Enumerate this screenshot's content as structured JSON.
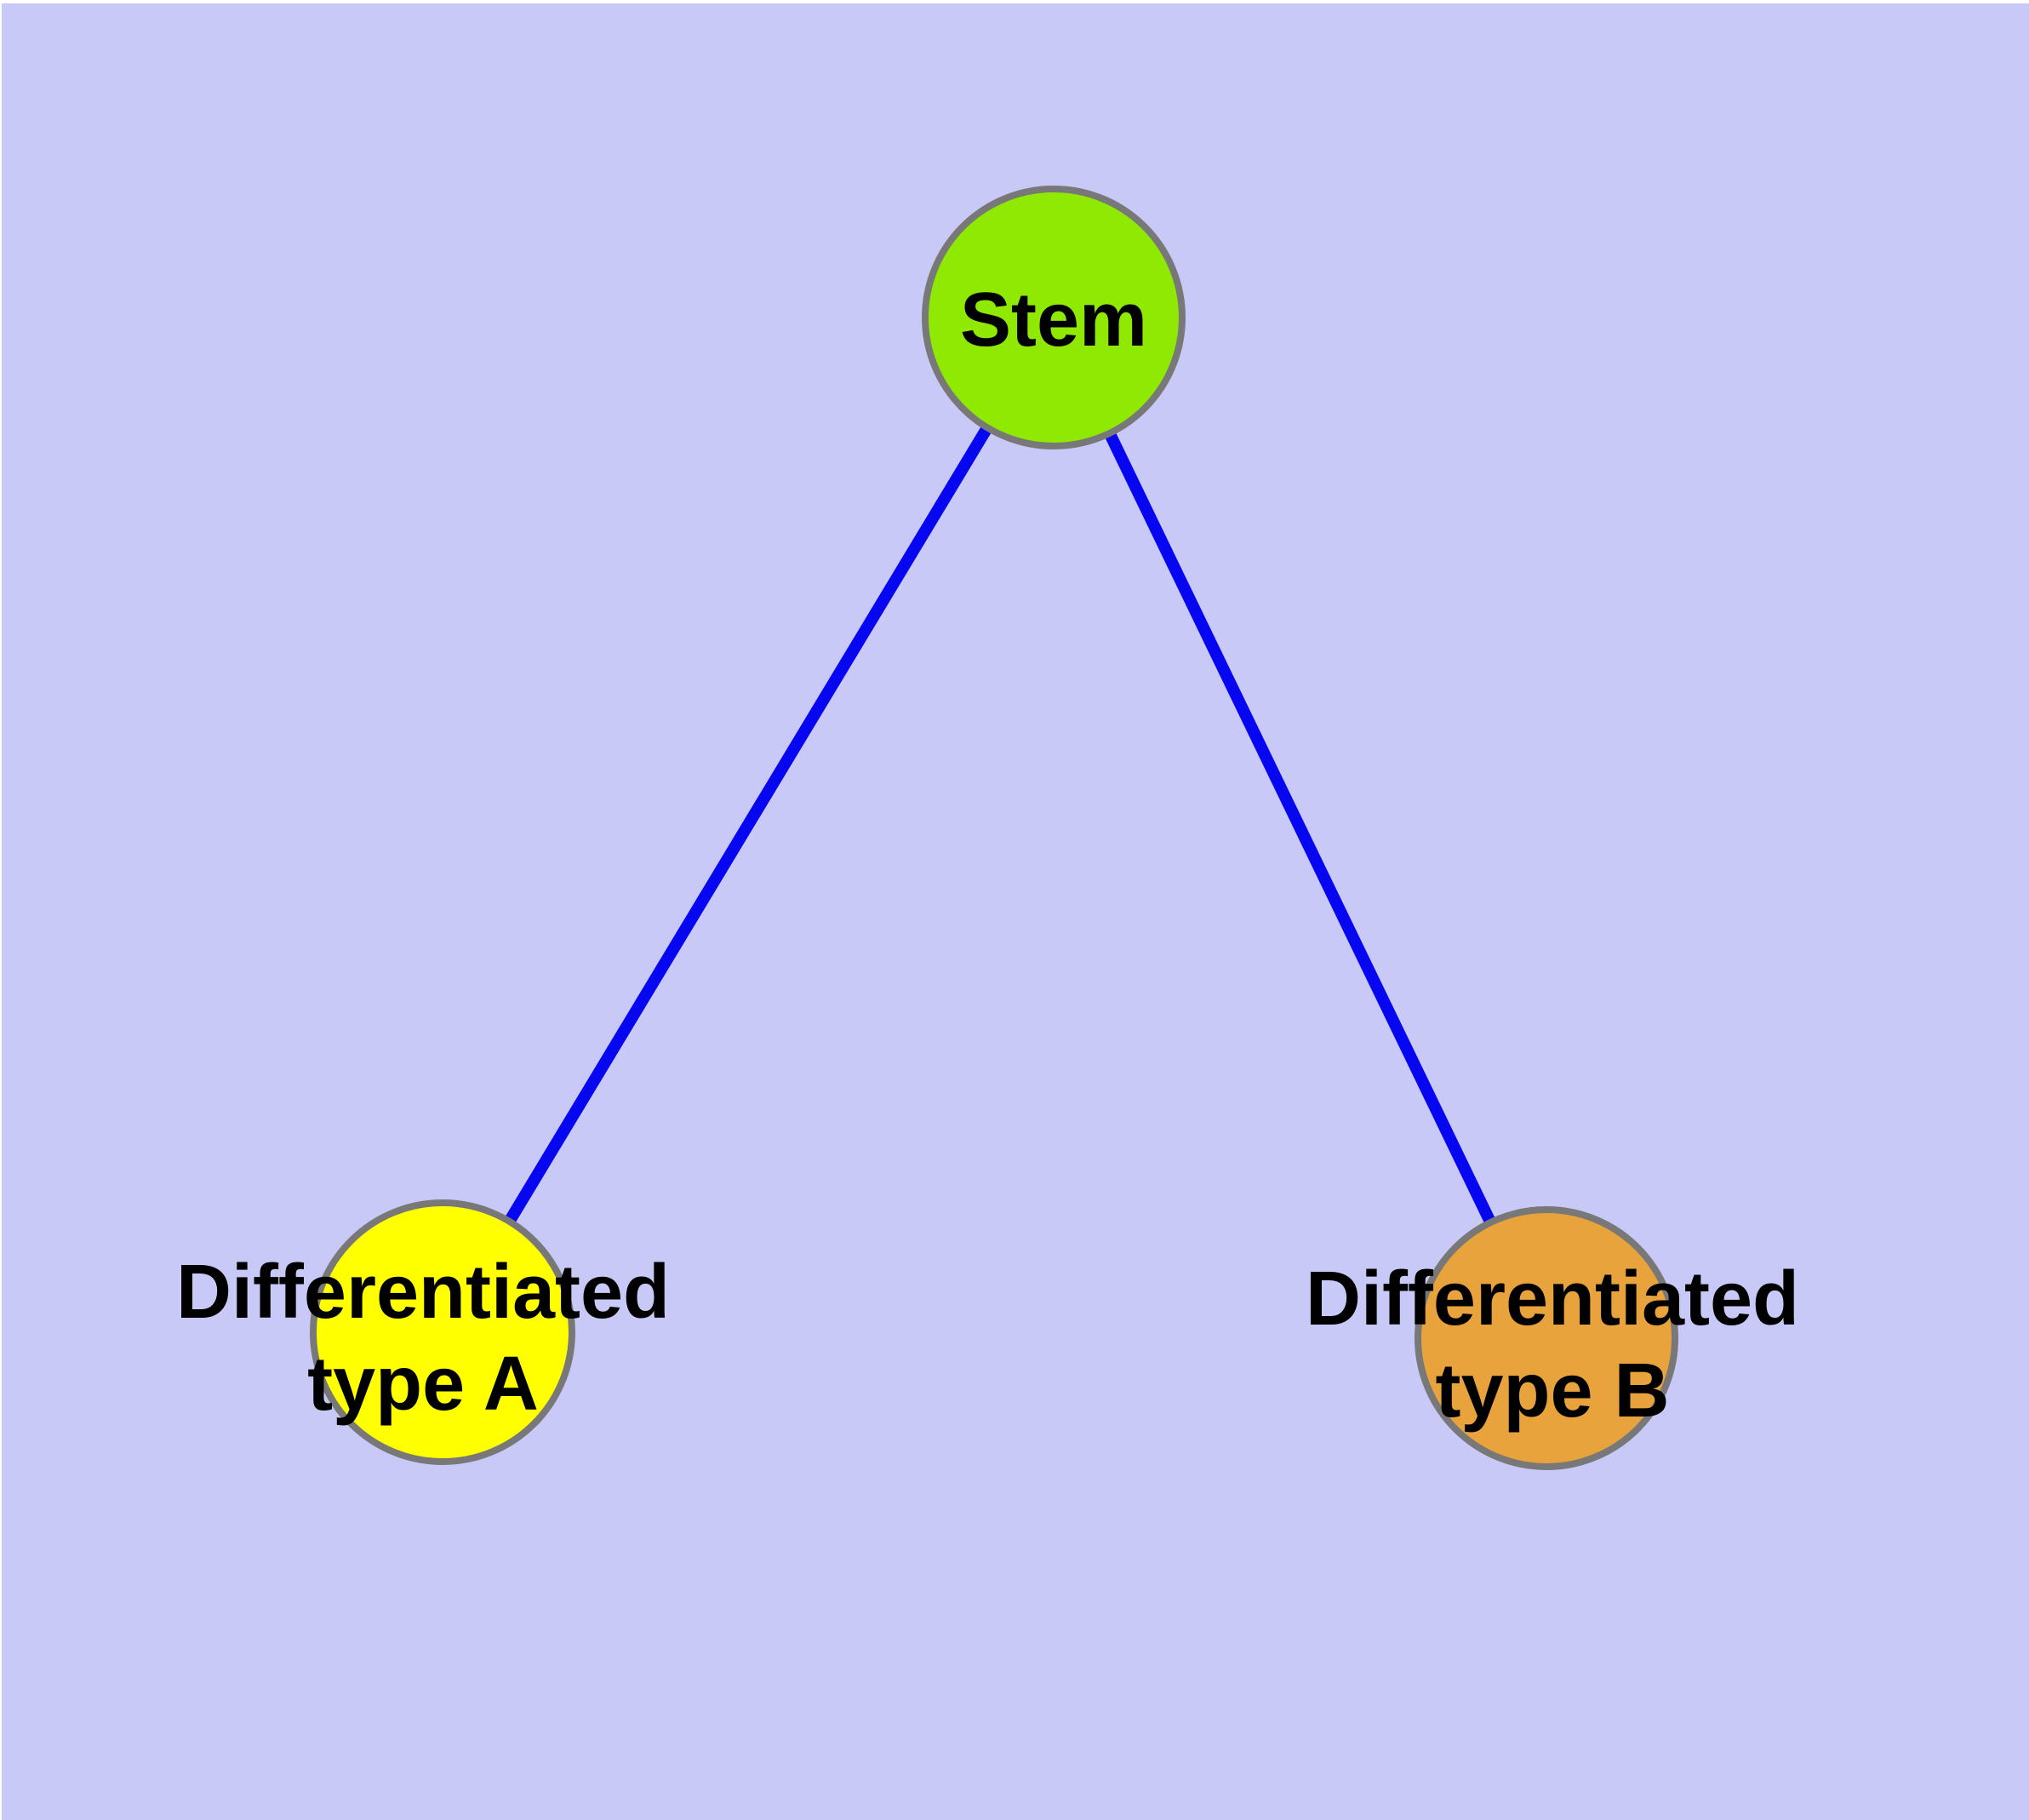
{
  "diagram": {
    "background_color": "#C9C9F8",
    "margin_color": "#FFFFFF",
    "edge_color": "#0606F1",
    "node_border_color": "#787878",
    "label_color": "#000000",
    "nodes": [
      {
        "id": "stem",
        "label": "Stem",
        "label_lines": [
          "Stem"
        ],
        "color": "#8FE903"
      },
      {
        "id": "differentiated-type-a",
        "label": "Differentiated type A",
        "label_lines": [
          "Differentiated",
          "type A"
        ],
        "color": "#FFFF00"
      },
      {
        "id": "differentiated-type-b",
        "label": "Differentiated type B",
        "label_lines": [
          "Differentiated",
          "type B"
        ],
        "color": "#E8A33C"
      }
    ],
    "edges": [
      {
        "from": "Stem",
        "to": "Differentiated type A"
      },
      {
        "from": "Stem",
        "to": "Differentiated type B"
      }
    ]
  }
}
